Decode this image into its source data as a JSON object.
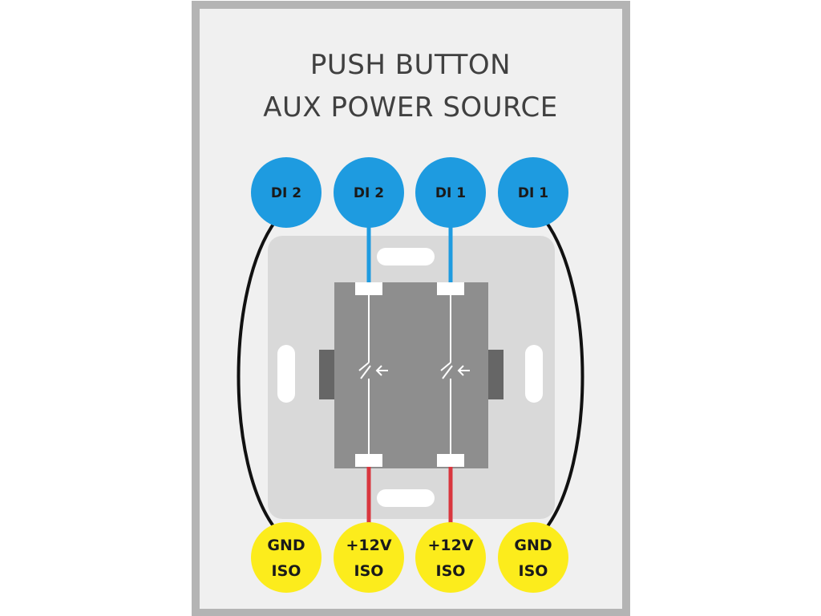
{
  "title": {
    "line1": "PUSH BUTTON",
    "line2": "AUX POWER SOURCE"
  },
  "top_terminals": [
    {
      "label": "DI 2",
      "color": "#1e9be0"
    },
    {
      "label": "DI 2",
      "color": "#1e9be0"
    },
    {
      "label": "DI 1",
      "color": "#1e9be0"
    },
    {
      "label": "DI 1",
      "color": "#1e9be0"
    }
  ],
  "bottom_terminals": [
    {
      "line1": "GND",
      "line2": "ISO",
      "color": "#fcec1c"
    },
    {
      "line1": "+12V",
      "line2": "ISO",
      "color": "#fcec1c"
    },
    {
      "line1": "+12V",
      "line2": "ISO",
      "color": "#fcec1c"
    },
    {
      "line1": "GND",
      "line2": "ISO",
      "color": "#fcec1c"
    }
  ],
  "wire_colors": {
    "signal": "#1e9be0",
    "power": "#d9363e",
    "ground": "#111111"
  }
}
